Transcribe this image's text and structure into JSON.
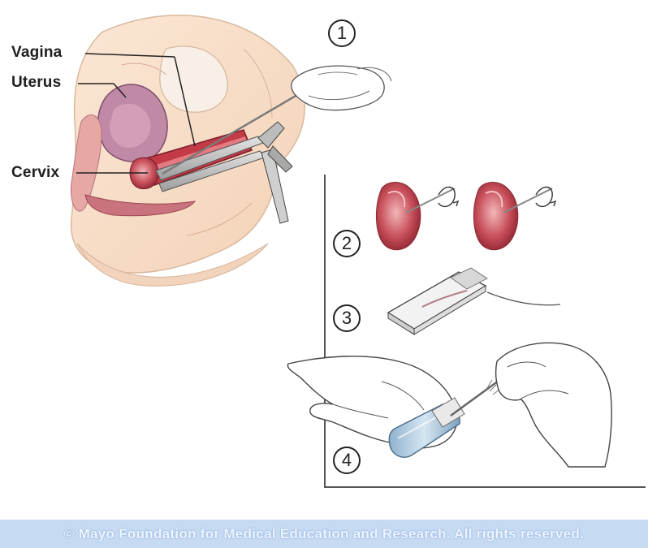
{
  "labels": {
    "vagina": "Vagina",
    "uterus": "Uterus",
    "cervix": "Cervix"
  },
  "steps": [
    "1",
    "2",
    "3",
    "4"
  ],
  "footer": "© Mayo Foundation for Medical Education and Research. All rights reserved.",
  "colors": {
    "tissue_light": "#f6e2cf",
    "tissue_pink": "#e8a3a8",
    "tissue_dark_red": "#b8323d",
    "uterus_purple": "#a86b8f",
    "speculum_grey": "#b9b9b9",
    "footer_bg": "#c6daf2"
  }
}
